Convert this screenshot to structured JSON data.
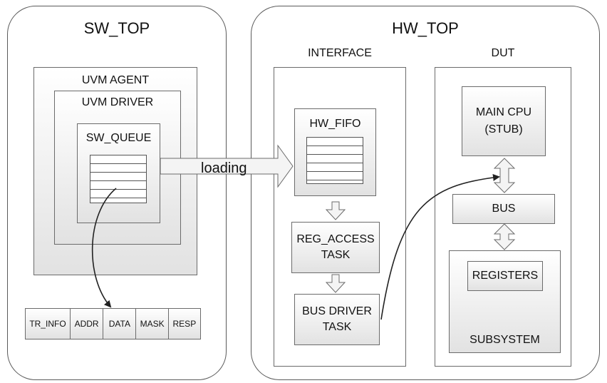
{
  "sw_top": {
    "title": "SW_TOP",
    "uvm_agent": "UVM AGENT",
    "uvm_driver": "UVM DRIVER",
    "sw_queue": "SW_QUEUE",
    "fields": [
      "TR_INFO",
      "ADDR",
      "DATA",
      "MASK",
      "RESP"
    ]
  },
  "arrow_label": "loading",
  "hw_top": {
    "title": "HW_TOP",
    "interface": {
      "title": "INTERFACE",
      "hw_fifo": "HW_FIFO",
      "reg_access_line1": "REG_ACCESS",
      "reg_access_line2": "TASK",
      "bus_driver_line1": "BUS DRIVER",
      "bus_driver_line2": "TASK"
    },
    "dut": {
      "title": "DUT",
      "main_cpu_line1": "MAIN CPU",
      "main_cpu_line2": "(STUB)",
      "bus": "BUS",
      "registers": "REGISTERS",
      "subsystem": "SUBSYSTEM"
    }
  }
}
